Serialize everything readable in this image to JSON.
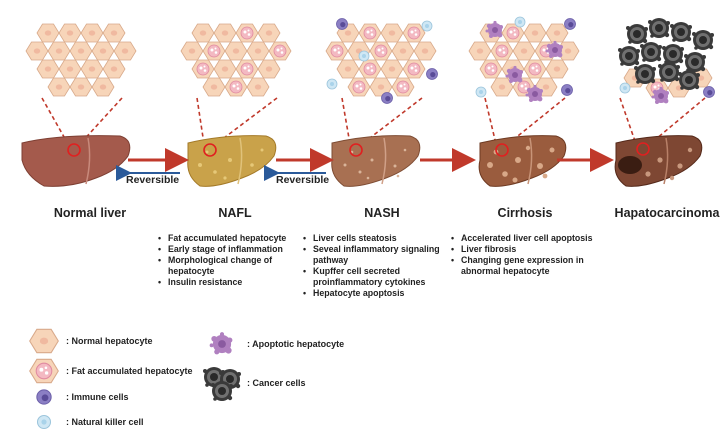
{
  "stages": [
    {
      "title": "Normal liver",
      "bullets": []
    },
    {
      "title": "NAFL",
      "bullets": [
        "Fat accumulated hepatocyte",
        "Early stage of inflammation",
        "Morphological change of hepatocyte",
        "Insulin resistance"
      ]
    },
    {
      "title": "NASH",
      "bullets": [
        "Liver cells steatosis",
        "Seveal inflammatory signaling pathway",
        "Kupffer cell secreted proinflammatory cytokines",
        "Hepatocyte apoptosis"
      ]
    },
    {
      "title": "Cirrhosis",
      "bullets": [
        "Accelerated liver cell apoptosis",
        "Liver fibrosis",
        "Changing gene expression in abnormal hepatocyte"
      ]
    },
    {
      "title": "Hapatocarcinoma",
      "bullets": []
    }
  ],
  "reversible": [
    "Reversible",
    "Reversible"
  ],
  "legend": {
    "normal": ": Normal hepatocyte",
    "fat": ": Fat accumulated hepatocyte",
    "immune": ": Immune cells",
    "nk": ": Natural killer cell",
    "apoptotic": ": Apoptotic hepatocyte",
    "cancer": ": Cancer cells"
  },
  "colors": {
    "arrow_red": "#c0392b",
    "arrow_blue": "#2a5a9a",
    "hepatocyte": "#f6d3b6",
    "liver_normal": "#a45a4c",
    "liver_nafl": "#c9a24a",
    "liver_nash": "#a87052",
    "liver_cirrhosis": "#9a5c3e",
    "liver_hcc": "#7e4733"
  }
}
